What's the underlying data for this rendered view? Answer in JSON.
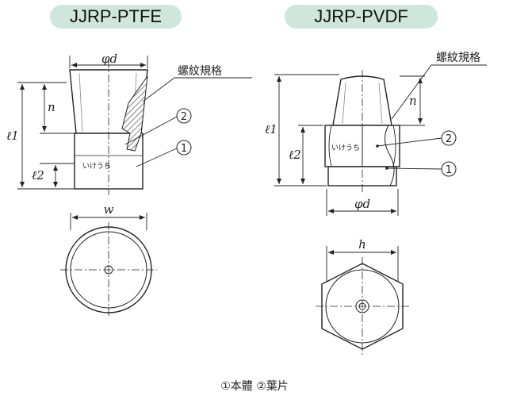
{
  "titles": {
    "left": "JJRP-PTFE",
    "right": "JJRP-PVDF"
  },
  "labels": {
    "phi_d": "φd",
    "thread_spec": "螺紋規格",
    "n": "n",
    "l1": "ℓ1",
    "l2": "ℓ2",
    "w": "w",
    "h": "h",
    "marking": "いけうち",
    "callout_1": "1",
    "callout_2": "2"
  },
  "legend": "①本體 ②葉片"
}
